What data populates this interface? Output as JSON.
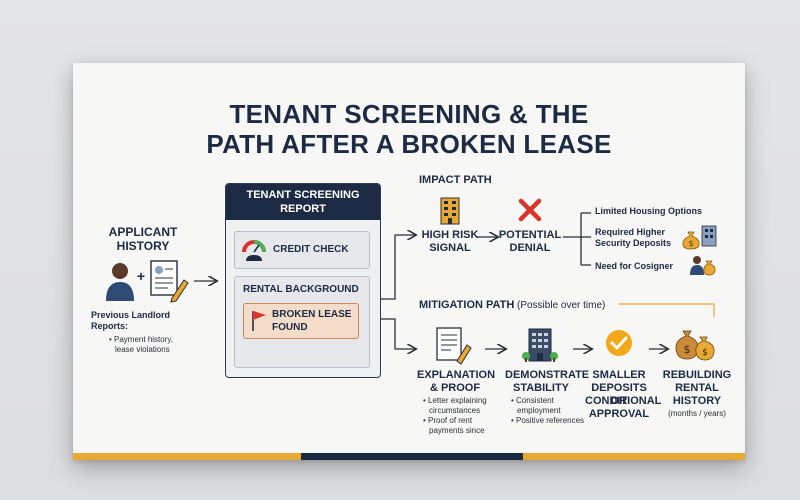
{
  "title": {
    "line1": "TENANT SCREENING & THE",
    "line2": "PATH AFTER A BROKEN LEASE"
  },
  "applicant": {
    "label_line1": "APPLICANT",
    "label_line2": "HISTORY",
    "plus": "+",
    "reports_line1": "Previous Landlord",
    "reports_line2": "Reports:",
    "bullet_line1": "• Payment history,",
    "bullet_line2": "lease violations"
  },
  "report": {
    "title_line1": "TENANT SCREENING",
    "title_line2": "REPORT",
    "credit_check": "CREDIT CHECK",
    "rental_background": "RENTAL BACKGROUND",
    "broken_lease_line1": "BROKEN LEASE",
    "broken_lease_line2": "FOUND"
  },
  "impact": {
    "heading": "IMPACT PATH",
    "high_risk_line1": "HIGH RISK",
    "high_risk_line2": "SIGNAL",
    "denial_line1": "POTENTIAL",
    "denial_line2": "DENIAL",
    "out1": "Limited Housing Options",
    "out2_line1": "Required Higher",
    "out2_line2": "Security Deposits",
    "out3": "Need for Cosigner"
  },
  "mitigation": {
    "heading": "MITIGATION PATH",
    "heading_note": "(Possible over time)",
    "step1_line1": "EXPLANATION",
    "step1_line2": "& PROOF",
    "step1_b1_line1": "• Letter explaining",
    "step1_b1_line2": "circumstances",
    "step1_b2_line1": "• Proof of rent",
    "step1_b2_line2": "payments since",
    "step2_line1": "DEMONSTRATE",
    "step2_line2": "STABILITY",
    "step2_b1_line1": "• Consistent",
    "step2_b1_line2": "employment",
    "step2_b2": "• Positive references",
    "step3_line1": "SMALLER",
    "step3_line2": "DEPOSITS OR",
    "step3_line3": "CONDITIONAL",
    "step3_line4": "APPROVAL",
    "step4_line1": "REBUILDING",
    "step4_line2": "RENTAL",
    "step4_line3": "HISTORY",
    "step4_note": "(months / years)"
  },
  "colors": {
    "navy": "#1d2a44",
    "accent": "#e8a934",
    "red": "#d7352b",
    "check": "#f2a818"
  }
}
